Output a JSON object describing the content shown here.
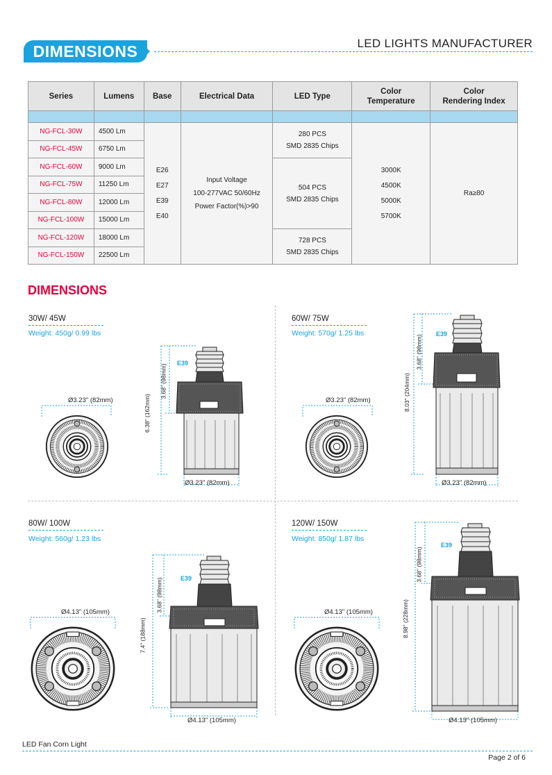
{
  "header": {
    "tab_title": "DIMENSIONS",
    "brand": "LED LIGHTS MANUFACTURER"
  },
  "table": {
    "headers": [
      "Series",
      "Lumens",
      "Base",
      "Electrical Data",
      "LED Type",
      "Color\nTemperature",
      "Color\nRendering Index"
    ],
    "rows": [
      {
        "series": "NG-FCL-30W",
        "lumens": "4500 Lm"
      },
      {
        "series": "NG-FCL-45W",
        "lumens": "6750 Lm"
      },
      {
        "series": "NG-FCL-60W",
        "lumens": "9000 Lm"
      },
      {
        "series": "NG-FCL-75W",
        "lumens": "11250 Lm"
      },
      {
        "series": "NG-FCL-80W",
        "lumens": "12000 Lm"
      },
      {
        "series": "NG-FCL-100W",
        "lumens": "15000 Lm"
      },
      {
        "series": "NG-FCL-120W",
        "lumens": "18000 Lm"
      },
      {
        "series": "NG-FCL-150W",
        "lumens": "22500 Lm"
      }
    ],
    "base": [
      "E26",
      "E27",
      "E39",
      "E40"
    ],
    "electrical": [
      "Input Voltage",
      "100-277VAC 50/60Hz",
      "Power Factor(%)>90"
    ],
    "led_type": [
      {
        "pcs": "280 PCS",
        "chip": "SMD 2835 Chips"
      },
      {
        "pcs": "504 PCS",
        "chip": "SMD 2835 Chips"
      },
      {
        "pcs": "728 PCS",
        "chip": "SMD 2835 Chips"
      }
    ],
    "color_temp": [
      "3000K",
      "4500K",
      "5000K",
      "5700K"
    ],
    "cri": "Ra≥80"
  },
  "section_title": "DIMENSIONS",
  "products": [
    {
      "title": "30W/ 45W",
      "weight": "Weight: 450g/ 0.99 lbs",
      "dia_top": "Ø3.23\" (82mm)",
      "dia_bottom": "Ø3.23\" (82mm)",
      "height_total": "6.38\" (162mm)",
      "height_base": "3.68\" (98mm)",
      "base": "E39"
    },
    {
      "title": "60W/ 75W",
      "weight": "Weight: 570g/ 1.25 lbs",
      "dia_top": "Ø3.23\" (82mm)",
      "dia_bottom": "Ø3.23\" (82mm)",
      "height_total": "8.03\" (204mm)",
      "height_base": "3.68\" (98mm)",
      "base": "E39"
    },
    {
      "title": "80W/ 100W",
      "weight": "Weight: 560g/ 1.23 lbs",
      "dia_top": "Ø4.13\" (105mm)",
      "dia_bottom": "Ø4.13\" (105mm)",
      "height_total": "7.4\" (188mm)",
      "height_base": "3.68\" (98mm)",
      "base": "E39"
    },
    {
      "title": "120W/ 150W",
      "weight": "Weight: 850g/ 1.87 lbs",
      "dia_top": "Ø4.13\" (105mm)",
      "dia_bottom": "Ø4.13\" (105mm)",
      "height_total": "8.98\" (228mm)",
      "height_base": "3.68\" (98mm)",
      "base": "E39"
    }
  ],
  "footer": {
    "left": "LED Fan Corn Light",
    "right": "Page 2 of 6"
  }
}
